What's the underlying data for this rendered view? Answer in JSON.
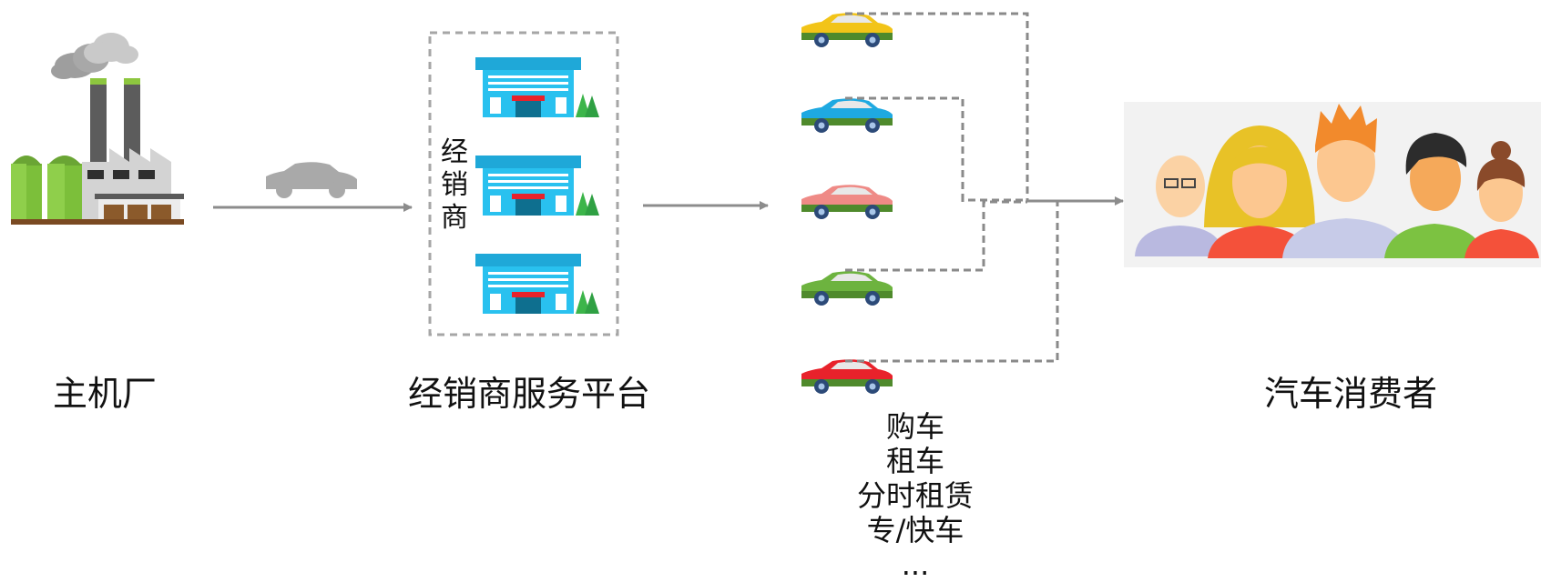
{
  "labels": {
    "factory": "主机厂",
    "dealer_platform": "经销商服务平台",
    "consumers": "汽车消费者"
  },
  "dealer_box_label": [
    "经",
    "销",
    "商"
  ],
  "services": [
    "购车",
    "租车",
    "分时租赁",
    "专/快车",
    "..."
  ],
  "car_colors": [
    "#f2c418",
    "#1ea9e1",
    "#ef8a86",
    "#6db33f",
    "#e8222b"
  ],
  "colors": {
    "arrow": "#8c8c8c",
    "dashed": "#8a8a8a",
    "store_blue": "#29c1ef",
    "consumer_panel": "#f2f2f2"
  }
}
